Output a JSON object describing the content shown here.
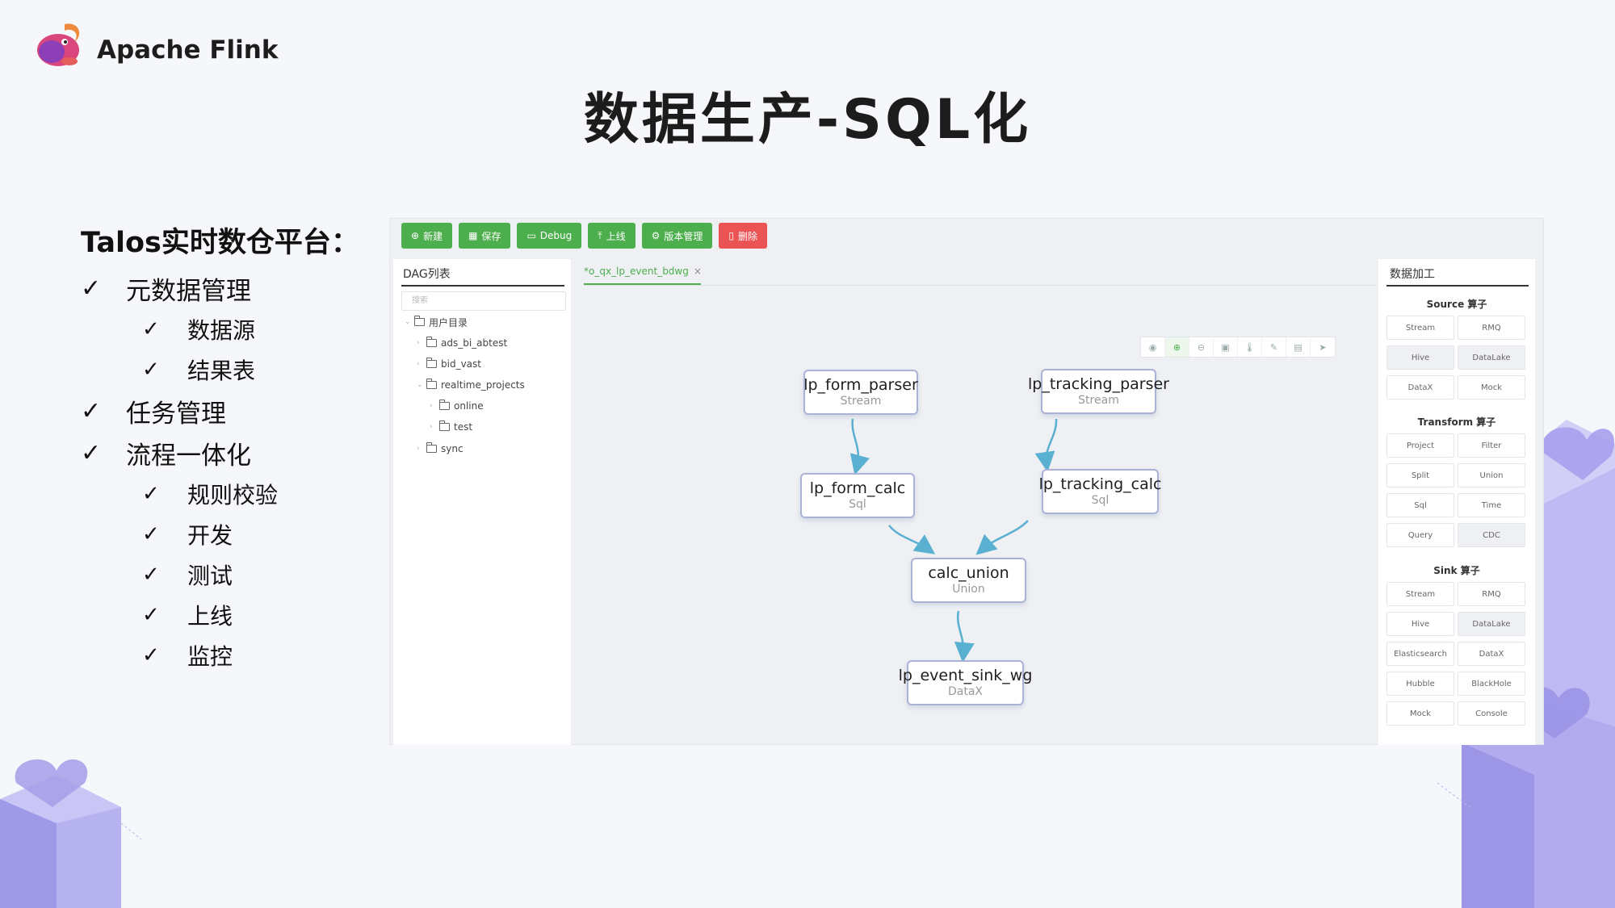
{
  "brand": {
    "name": "Apache Flink"
  },
  "slide_title": "数据生产-SQL化",
  "outline": {
    "heading": "Talos实时数仓平台：",
    "items": [
      {
        "level": 1,
        "label": "元数据管理"
      },
      {
        "level": 2,
        "label": "数据源"
      },
      {
        "level": 2,
        "label": "结果表"
      },
      {
        "level": 1,
        "label": "任务管理"
      },
      {
        "level": 1,
        "label": "流程一体化"
      },
      {
        "level": 2,
        "label": "规则校验"
      },
      {
        "level": 2,
        "label": "开发"
      },
      {
        "level": 2,
        "label": "测试"
      },
      {
        "level": 2,
        "label": "上线"
      },
      {
        "level": 2,
        "label": "监控"
      }
    ]
  },
  "toolbar": {
    "new_label": "新建",
    "save_label": "保存",
    "debug_label": "Debug",
    "deploy_label": "上线",
    "version_label": "版本管理",
    "delete_label": "删除"
  },
  "dag_panel": {
    "title": "DAG列表",
    "search_placeholder": "搜索",
    "tree": {
      "root": "用户目录",
      "ads": "ads_bi_abtest",
      "bid": "bid_vast",
      "realtime": "realtime_projects",
      "online": "online",
      "test": "test",
      "sync": "sync"
    }
  },
  "editor": {
    "tab_label": "*o_qx_lp_event_bdwg",
    "nodes": {
      "form_parser": {
        "name": "lp_form_parser",
        "type": "Stream"
      },
      "tracking_parser": {
        "name": "lp_tracking_parser",
        "type": "Stream"
      },
      "form_calc": {
        "name": "lp_form_calc",
        "type": "Sql"
      },
      "tracking_calc": {
        "name": "lp_tracking_calc",
        "type": "Sql"
      },
      "calc_union": {
        "name": "calc_union",
        "type": "Union"
      },
      "event_sink": {
        "name": "lp_event_sink_wg",
        "type": "DataX"
      }
    }
  },
  "operator_panel": {
    "title": "数据加工",
    "source_title": "Source 算子",
    "source_ops": [
      "Stream",
      "RMQ",
      "Hive",
      "DataLake",
      "DataX",
      "Mock"
    ],
    "transform_title": "Transform 算子",
    "transform_ops": [
      "Project",
      "Filter",
      "Split",
      "Union",
      "Sql",
      "Time",
      "Query",
      "CDC"
    ],
    "sink_title": "Sink 算子",
    "sink_ops": [
      "Stream",
      "RMQ",
      "Hive",
      "DataLake",
      "Elasticsearch",
      "DataX",
      "Hubble",
      "BlackHole",
      "Mock",
      "Console"
    ]
  },
  "colors": {
    "accent_green": "#4cae4c",
    "danger_red": "#ea5455",
    "edge_blue": "#5ab0d0",
    "node_border": "#aab3d6"
  }
}
